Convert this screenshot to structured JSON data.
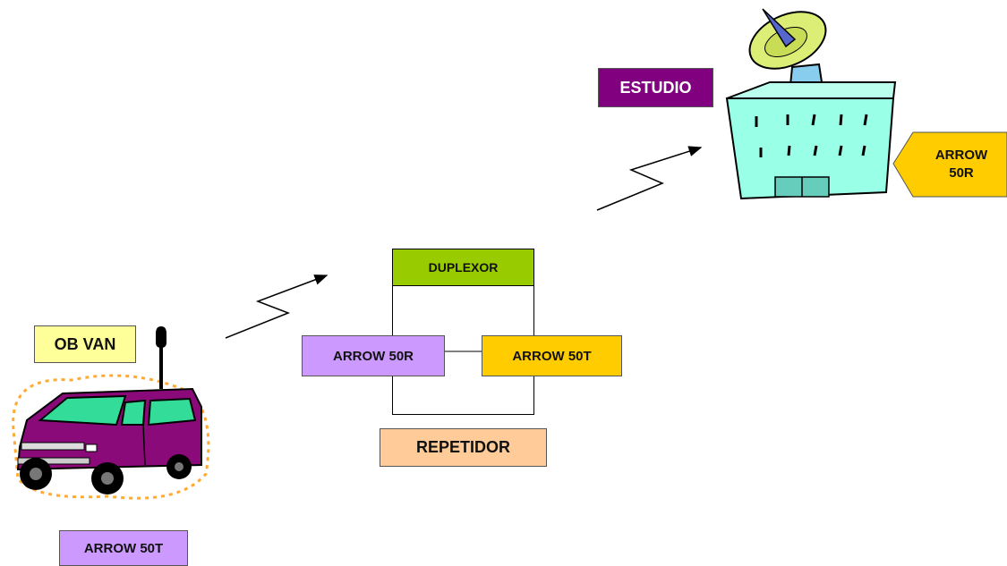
{
  "labels": {
    "ob_van": "OB VAN",
    "ob_van_radio": "ARROW 50T",
    "duplexor": "DUPLEXOR",
    "repeater_rx": "ARROW 50R",
    "repeater_tx": "ARROW 50T",
    "repetidor": "REPETIDOR",
    "estudio": "ESTUDIO",
    "studio_rx_line1": "ARROW",
    "studio_rx_line2": "50R"
  },
  "colors": {
    "ob_van_label": "#ffff99",
    "ob_van_radio": "#cc99ff",
    "duplexor": "#99cc00",
    "repeater_rx": "#cc99ff",
    "repeater_tx": "#ffcc00",
    "repetidor": "#ffcc99",
    "estudio": "#800080",
    "studio_rx": "#ffcc00",
    "van_body": "#8b0a7a",
    "building": "#99ffe6",
    "dish": "#ddee77"
  }
}
